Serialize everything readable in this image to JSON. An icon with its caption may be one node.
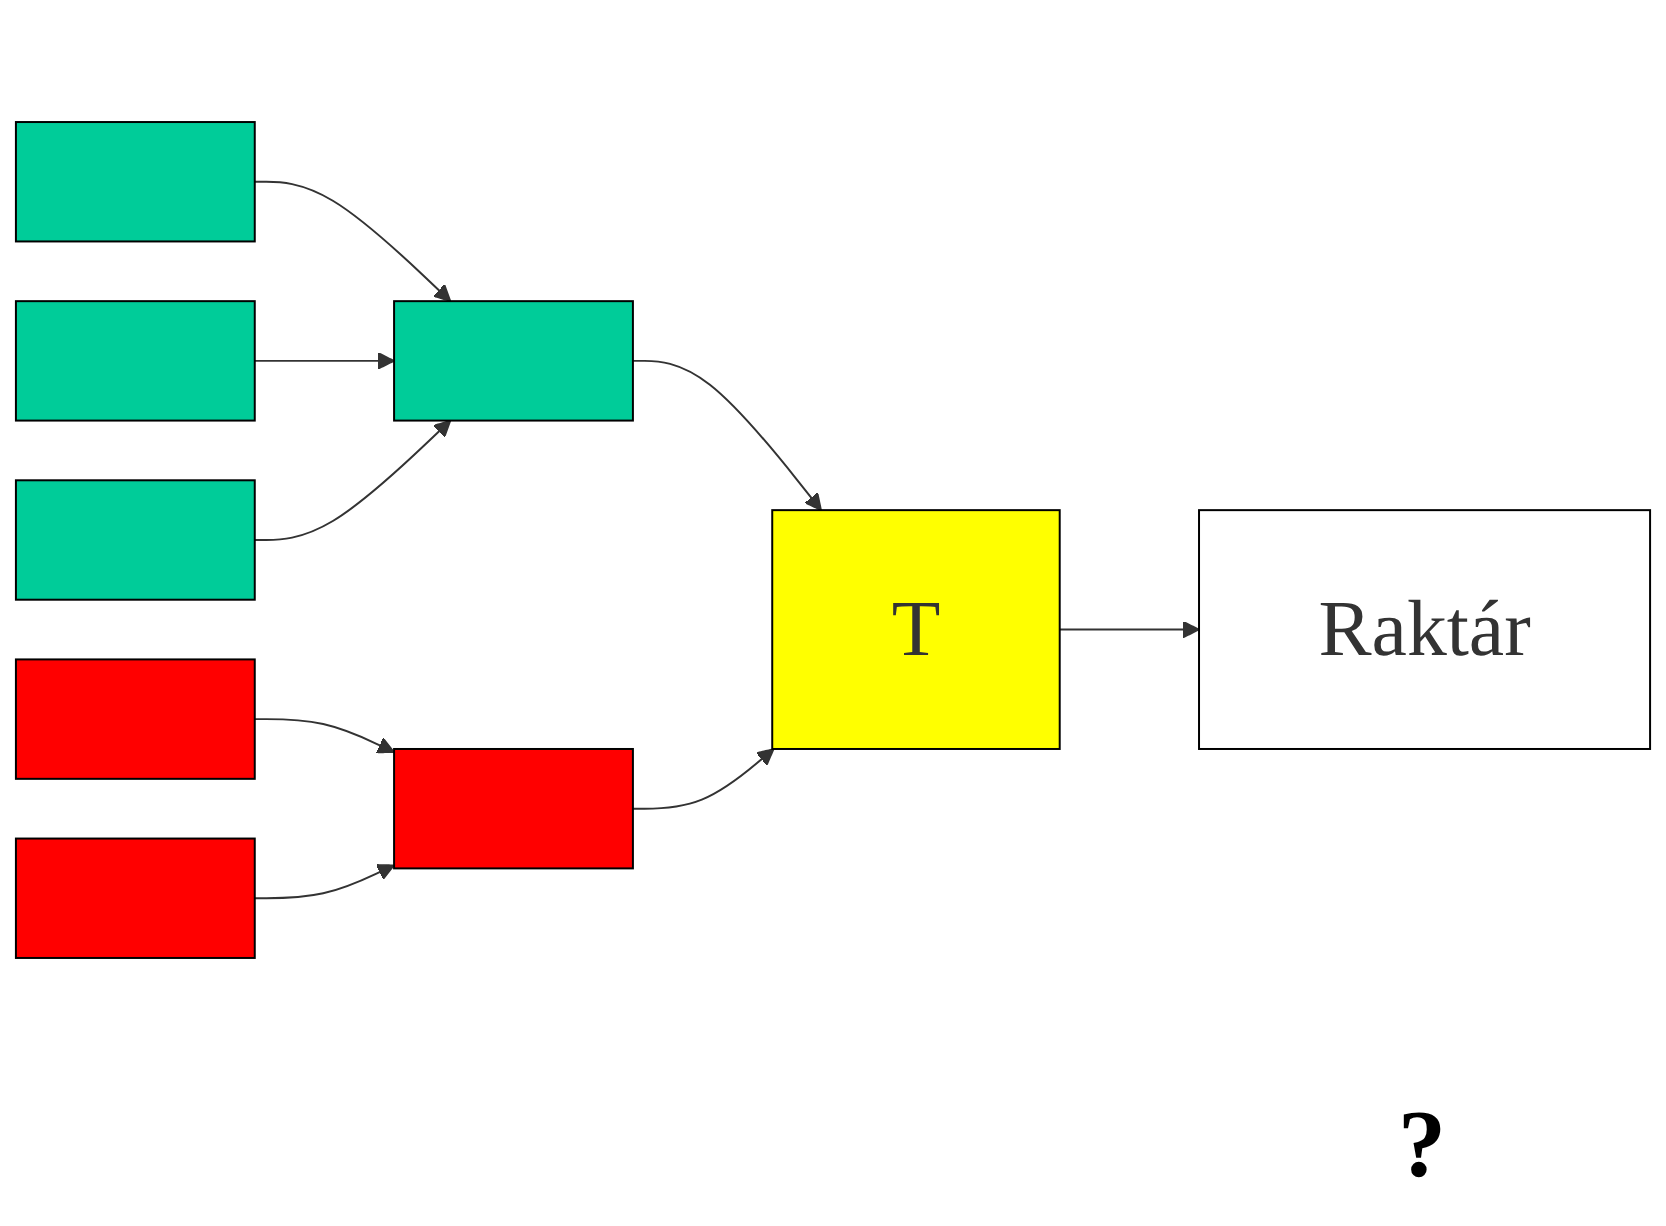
{
  "diagram": {
    "nodes": [
      {
        "text": [],
        "shape": "box"
      },
      {
        "text": [],
        "shape": "box"
      },
      {
        "text": [],
        "shape": "box"
      },
      {
        "text": [],
        "shape": "box"
      },
      {
        "text": [],
        "shape": "box"
      },
      {
        "text": [],
        "shape": "box"
      },
      {
        "text": [],
        "shape": "box"
      },
      {
        "text": [
          "T"
        ]
      },
      {
        "text": [
          "Raktár"
        ]
      }
    ],
    "edges": [
      {
        "from": 0,
        "to": 5,
        "arrow": "to"
      },
      {
        "from": 1,
        "to": 5,
        "arrow": "to"
      },
      {
        "from": 2,
        "to": 5,
        "arrow": "to"
      },
      {
        "from": 3,
        "to": 6,
        "arrow": "to"
      },
      {
        "from": 4,
        "to": 6,
        "arrow": "to"
      },
      {
        "from": 5,
        "to": 7,
        "arrow": "to"
      },
      {
        "from": 6,
        "to": 7,
        "arrow": "to"
      },
      {
        "from": 7,
        "to": 8,
        "arrow": "to"
      }
    ],
    "labels": [
      "?"
    ]
  }
}
